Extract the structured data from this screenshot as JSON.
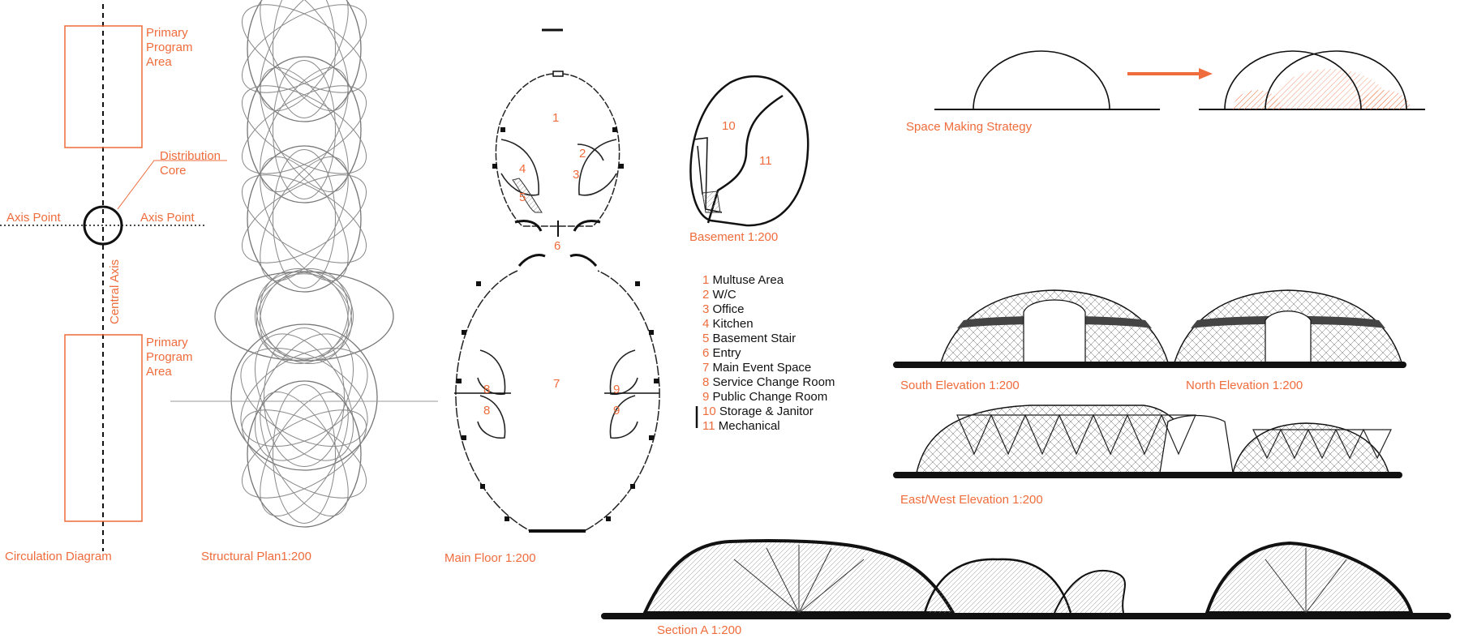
{
  "colors": {
    "accent": "#ef6c3c",
    "ink": "#111111"
  },
  "circulation": {
    "primary_top": "Primary Program Area",
    "primary_bottom": "Primary Program Area",
    "distribution_core": "Distribution Core",
    "axis_point_left": "Axis Point",
    "axis_point_right": "Axis Point",
    "central_axis": "Central Axis",
    "caption": "Circulation Diagram"
  },
  "structural": {
    "caption": "Structural Plan1:200"
  },
  "main_floor": {
    "caption": "Main Floor 1:200",
    "room_numbers": [
      "1",
      "2",
      "3",
      "4",
      "5",
      "6",
      "7",
      "8",
      "8",
      "9",
      "9"
    ]
  },
  "basement": {
    "caption": "Basement 1:200",
    "room_numbers": [
      "10",
      "11"
    ]
  },
  "legend": [
    {
      "num": "1",
      "label": "Multuse Area"
    },
    {
      "num": "2",
      "label": "W/C"
    },
    {
      "num": "3",
      "label": "Office"
    },
    {
      "num": "4",
      "label": "Kitchen"
    },
    {
      "num": "5",
      "label": "Basement Stair"
    },
    {
      "num": "6",
      "label": "Entry"
    },
    {
      "num": "7",
      "label": "Main Event Space"
    },
    {
      "num": "8",
      "label": "Service Change Room"
    },
    {
      "num": "9",
      "label": "Public Change Room"
    },
    {
      "num": "10",
      "label": "Storage & Janitor"
    },
    {
      "num": "11",
      "label": "Mechanical"
    }
  ],
  "strategy": {
    "caption": "Space Making Strategy"
  },
  "elevations": {
    "south": "South Elevation 1:200",
    "north": "North Elevation 1:200",
    "east_west": "East/West Elevation 1:200"
  },
  "section": {
    "caption": "Section A 1:200"
  }
}
